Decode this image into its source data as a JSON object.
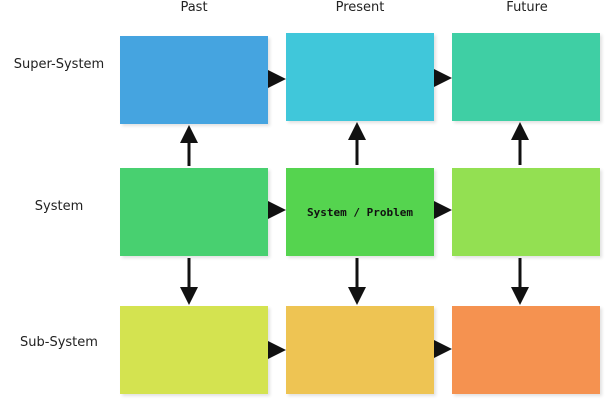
{
  "columns": {
    "past": "Past",
    "present": "Present",
    "future": "Future"
  },
  "rows": {
    "super_system": "Super-System",
    "system": "System",
    "sub_system": "Sub-System"
  },
  "cells": {
    "system_present": "System / Problem"
  },
  "colors": {
    "super_past": "#45a4e0",
    "super_present": "#40c7da",
    "super_future": "#3fcfa4",
    "system_past": "#48d070",
    "system_present": "#55d44f",
    "system_future": "#93e052",
    "sub_past": "#d4e350",
    "sub_present": "#eec453",
    "sub_future": "#f59250",
    "arrow": "#111111"
  }
}
